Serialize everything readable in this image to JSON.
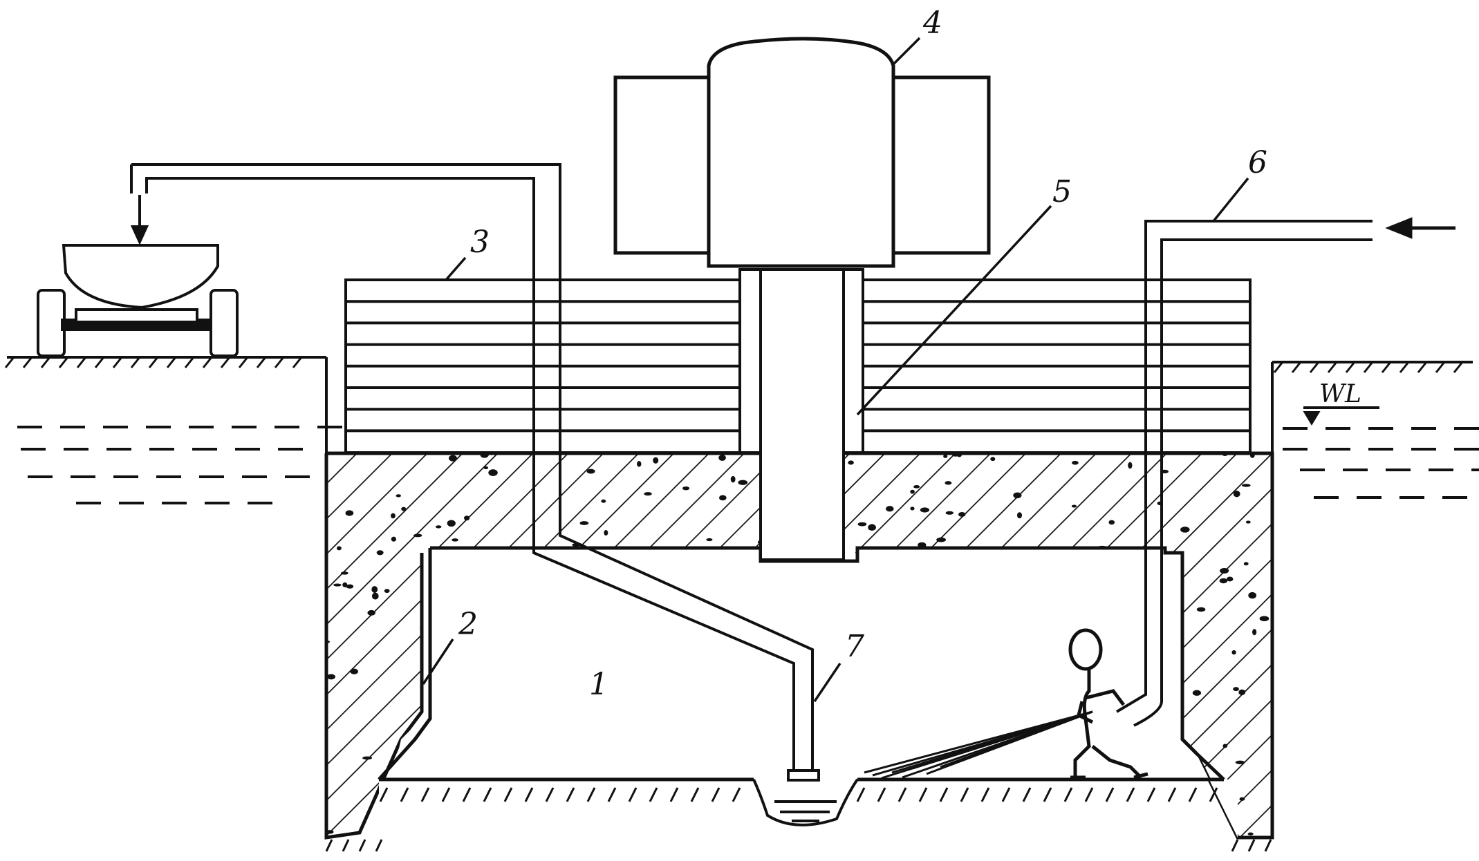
{
  "diagram": {
    "labels": {
      "chamber": "1",
      "wall": "2",
      "beam_stack": "3",
      "reactor": "4",
      "shaft": "5",
      "inlet_pipe": "6",
      "suction_pipe": "7",
      "water_level": "WL"
    },
    "colors": {
      "ink": "#111111",
      "paper": "#ffffff"
    }
  }
}
